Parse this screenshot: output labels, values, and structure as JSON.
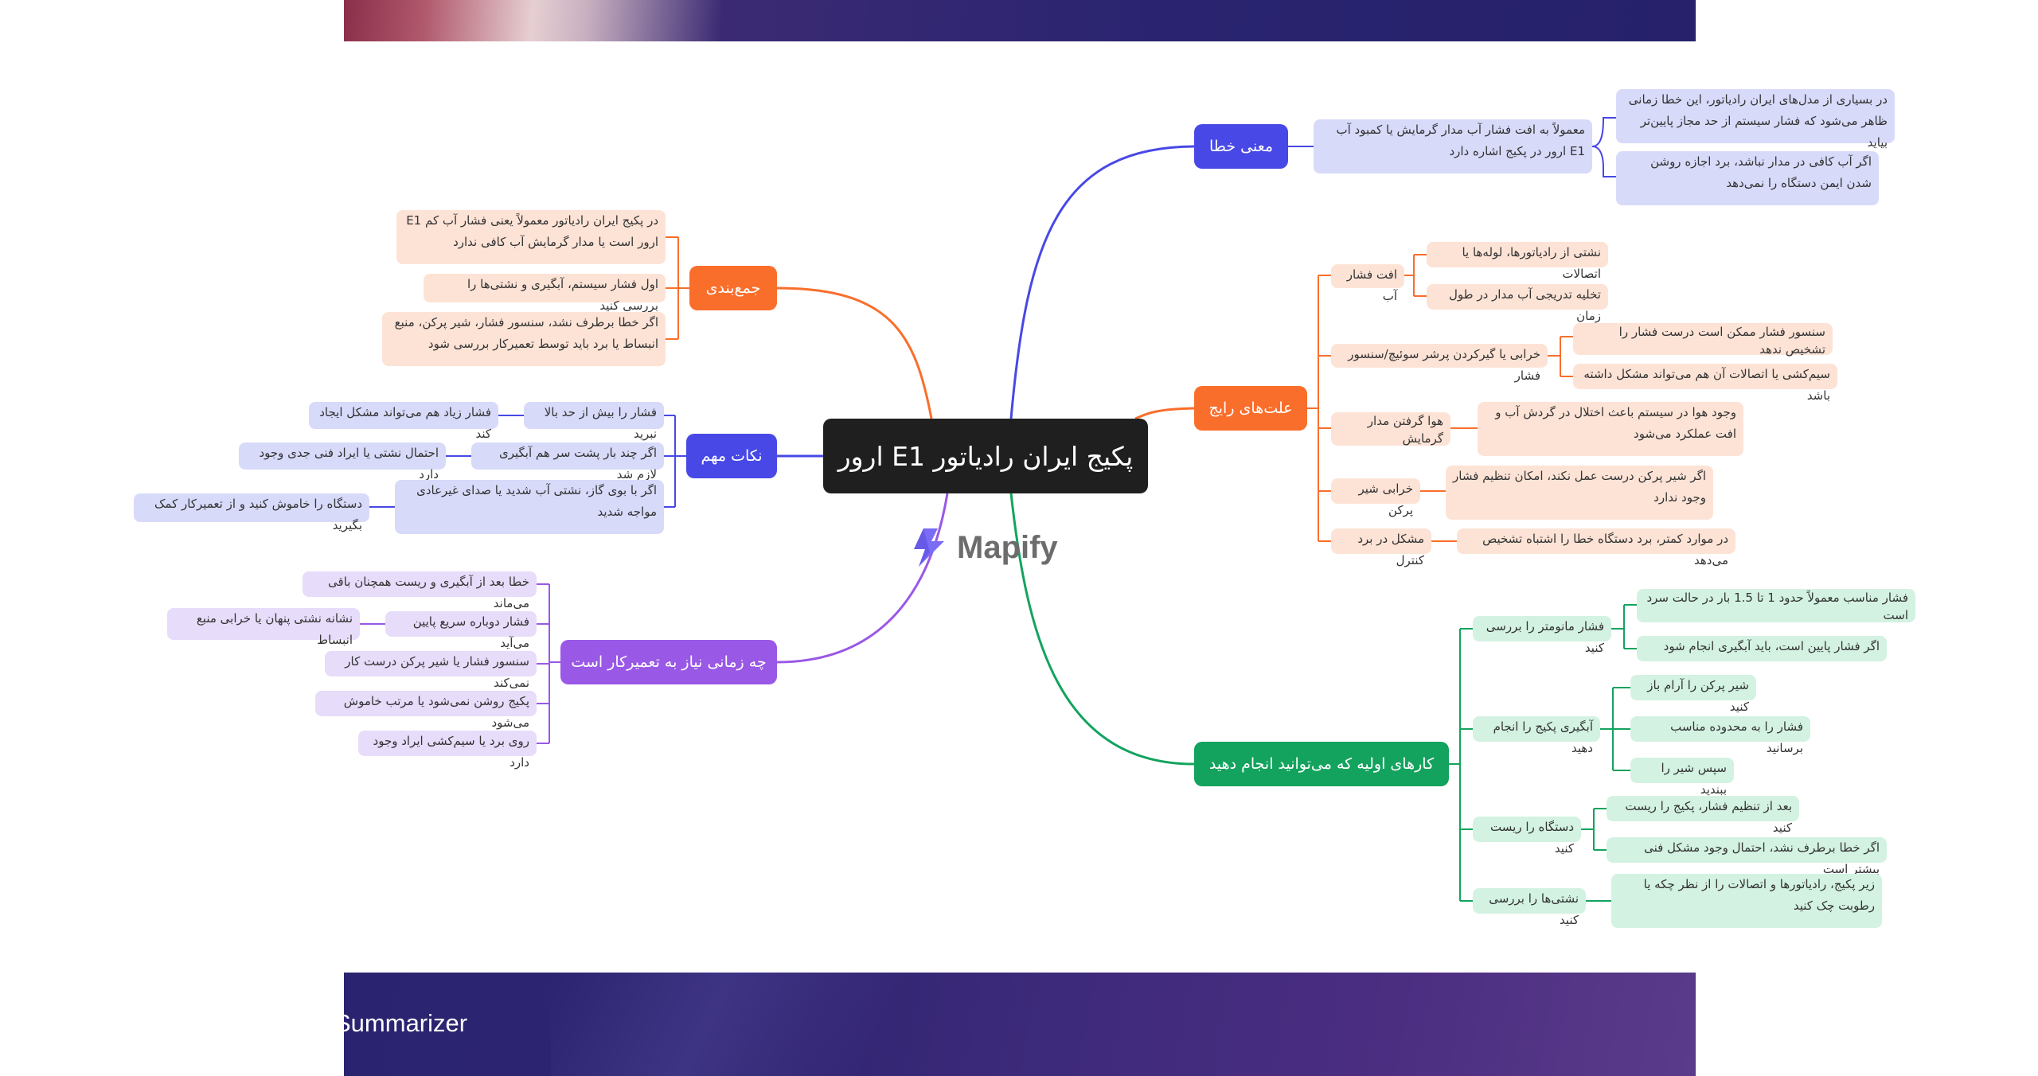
{
  "root": "پکیج ایران رادیاتور E1 ارور",
  "brand": {
    "logo_text": "Mapify",
    "footer_text": "Summarizer"
  },
  "colors": {
    "blue": "#4848e6",
    "orange": "#fa6e2b",
    "green": "#13a35e",
    "purple": "#9a58e6"
  },
  "branches": {
    "meaning": {
      "label": "معنی خطا",
      "child": "معمولاً به افت فشار آب مدار گرمایش یا کمبود آب E1 ارور در پکیج اشاره دارد",
      "details": [
        "در بسیاری از مدل‌های ایران رادیاتور، این خطا زمانی ظاهر می‌شود که فشار سیستم از حد مجاز پایین‌تر بیاید",
        "اگر آب کافی در مدار نباشد، برد اجازه روشن شدن ایمن دستگاه را نمی‌دهد"
      ]
    },
    "causes": {
      "label": "علت‌های رایج",
      "items": [
        {
          "label": "افت فشار آب",
          "details": [
            "نشتی از رادیاتورها، لوله‌ها یا اتصالات",
            "تخلیه تدریجی آب مدار در طول زمان"
          ]
        },
        {
          "label": "خرابی یا گیرکردن پرشر سوئیچ/سنسور فشار",
          "details": [
            "سنسور فشار ممکن است درست فشار را تشخیص ندهد",
            "سیم‌کشی یا اتصالات آن هم می‌تواند مشکل داشته باشد"
          ]
        },
        {
          "label": "هوا گرفتن مدار گرمایش",
          "details": [
            "وجود هوا در سیستم باعث اختلال در گردش آب و افت عملکرد می‌شود"
          ]
        },
        {
          "label": "خرابی شیر پرکن",
          "details": [
            "اگر شیر پرکن درست عمل نکند، امکان تنظیم فشار وجود ندارد"
          ]
        },
        {
          "label": "مشکل در برد کنترل",
          "details": [
            "در موارد کمتر، برد دستگاه خطا را اشتباه تشخیص می‌دهد"
          ]
        }
      ]
    },
    "actions": {
      "label": "کارهای اولیه که می‌توانید انجام دهید",
      "items": [
        {
          "label": "فشار مانومتر را بررسی کنید",
          "details": [
            "فشار مناسب معمولاً حدود 1 تا 1.5 بار در حالت سرد است",
            "اگر فشار پایین است، باید آبگیری انجام شود"
          ]
        },
        {
          "label": "آبگیری پکیج را انجام دهید",
          "details": [
            "شیر پرکن را آرام باز کنید",
            "فشار را به محدوده مناسب برسانید",
            "سپس شیر را ببندید"
          ]
        },
        {
          "label": "دستگاه را ریست کنید",
          "details": [
            "بعد از تنظیم فشار، پکیج را ریست کنید",
            "اگر خطا برطرف نشد، احتمال وجود مشکل فنی بیشتر است"
          ]
        },
        {
          "label": "نشتی‌ها را بررسی کنید",
          "details": [
            "زیر پکیج، رادیاتورها و اتصالات را از نظر چکه یا رطوبت چک کنید"
          ]
        }
      ]
    },
    "summary": {
      "label": "جمع‌بندی",
      "items": [
        "در پکیج ایران رادیاتور معمولاً یعنی فشار آب کم E1 ارور است یا مدار گرمایش آب کافی ندارد",
        "اول فشار سیستم، آبگیری و نشتی‌ها را بررسی کنید",
        "اگر خطا برطرف نشد، سنسور فشار، شیر پرکن، منبع انبساط یا برد باید توسط تعمیرکار بررسی شود"
      ]
    },
    "tips": {
      "label": "نکات مهم",
      "items": [
        {
          "label": "فشار را بیش از حد بالا نبرید",
          "detail": "فشار زیاد هم می‌تواند مشکل ایجاد کند"
        },
        {
          "label": "اگر چند بار پشت سر هم آبگیری لازم شد",
          "detail": "احتمال نشتی یا ایراد فنی جدی وجود دارد"
        },
        {
          "label": "اگر با بوی گاز، نشتی آب شدید یا صدای غیرعادی مواجه شدید",
          "detail": "دستگاه را خاموش کنید و از تعمیرکار کمک بگیرید"
        }
      ]
    },
    "repair": {
      "label": "چه زمانی نیاز به تعمیرکار است",
      "items": [
        {
          "label": "خطا بعد از آبگیری و ریست همچنان باقی می‌ماند"
        },
        {
          "label": "فشار دوباره سریع پایین می‌آید",
          "detail": "نشانه نشتی پنهان یا خرابی منبع انبساط"
        },
        {
          "label": "سنسور فشار یا شیر پرکن درست کار نمی‌کند"
        },
        {
          "label": "پکیج روشن نمی‌شود یا مرتب خاموش می‌شود"
        },
        {
          "label": "روی برد یا سیم‌کشی ایراد وجود دارد"
        }
      ]
    }
  }
}
